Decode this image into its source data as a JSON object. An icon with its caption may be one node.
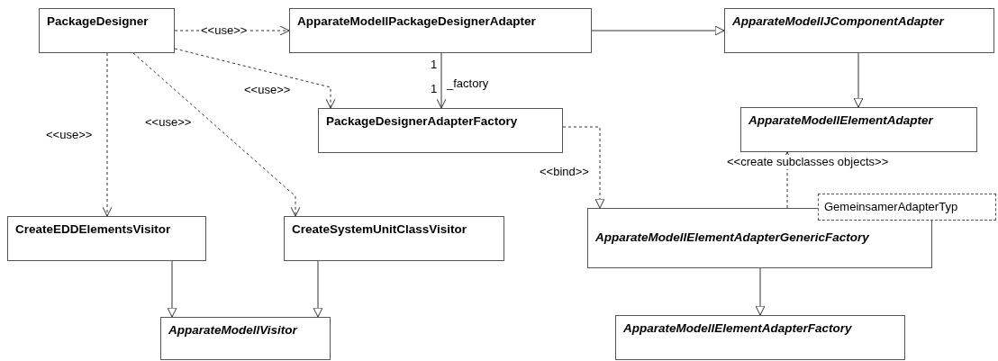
{
  "diagram": {
    "nodes": [
      {
        "text": [
          "PackageDesigner"
        ]
      },
      {
        "text": [
          "ApparateModellPackageDesignerAdapter"
        ]
      },
      {
        "text": [
          "ApparateModellJComponentAdapter"
        ]
      },
      {
        "text": [
          "PackageDesignerAdapterFactory"
        ]
      },
      {
        "text": [
          "ApparateModellElementAdapter"
        ]
      },
      {
        "text": [
          "CreateEDDElementsVisitor"
        ]
      },
      {
        "text": [
          "CreateSystemUnitClassVisitor"
        ]
      },
      {
        "text": [
          "ApparateModellVisitor"
        ]
      },
      {
        "text": [
          "ApparateModellElementAdapterGenericFactory"
        ]
      },
      {
        "text": [
          "GemeinsamerAdapterTyp"
        ]
      },
      {
        "text": [
          "ApparateModellElementAdapterFactory"
        ]
      }
    ],
    "edges": [
      {
        "from": 0,
        "to": 1,
        "arrow": "to",
        "label": "<<use>>",
        "style": "dashed"
      },
      {
        "from": 0,
        "to": 3,
        "arrow": "to",
        "label": "<<use>>",
        "style": "dashed"
      },
      {
        "from": 0,
        "to": 5,
        "arrow": "to",
        "label": "<<use>>",
        "style": "dashed"
      },
      {
        "from": 0,
        "to": 6,
        "arrow": "to",
        "label": "<<use>>",
        "style": "dashed"
      },
      {
        "from": 1,
        "to": 3,
        "arrow": "to",
        "label": "_factory"
      },
      {
        "from": 1,
        "to": 2,
        "arrow": "to"
      },
      {
        "from": 2,
        "to": 4,
        "arrow": "to"
      },
      {
        "from": 3,
        "to": 8,
        "arrow": "to",
        "label": "<<bind>>",
        "style": "dashed"
      },
      {
        "from": 8,
        "to": 4,
        "arrow": "to",
        "label": "<<create subclasses objects>>",
        "style": "dashed"
      },
      {
        "from": 5,
        "to": 7,
        "arrow": "to"
      },
      {
        "from": 6,
        "to": 7,
        "arrow": "to"
      },
      {
        "from": 8,
        "to": 10,
        "arrow": "to"
      }
    ],
    "labels": [
      "1",
      "1"
    ]
  }
}
